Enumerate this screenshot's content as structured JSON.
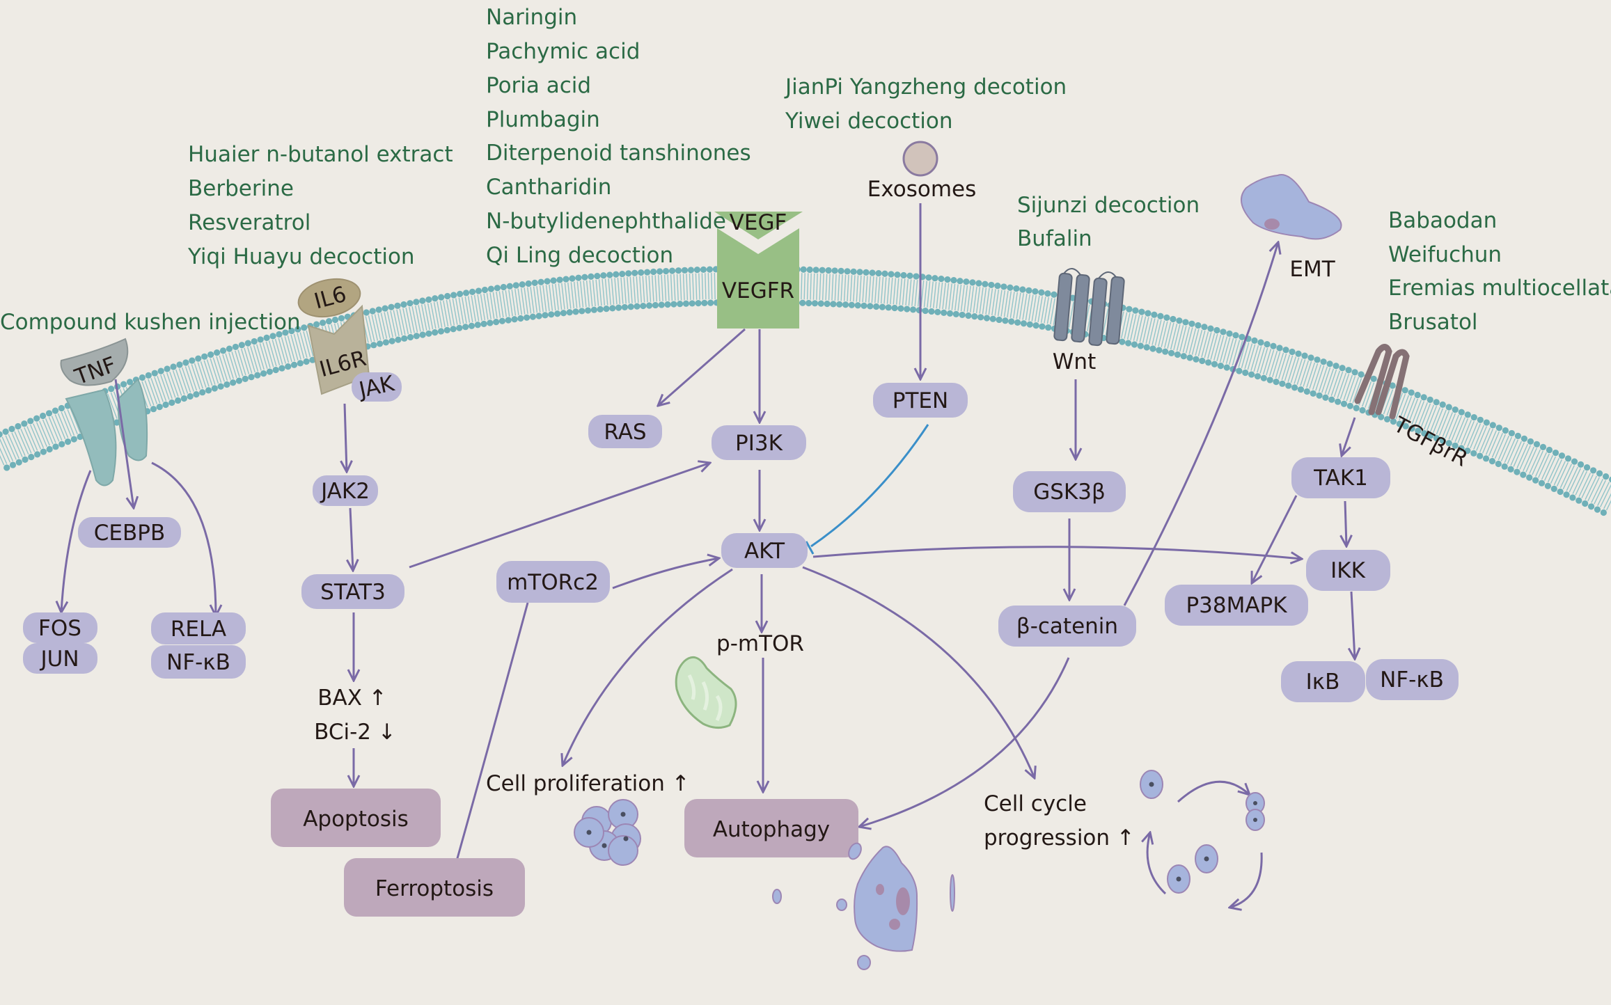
{
  "colors": {
    "background": "#eeebe5",
    "drug_text": "#2b6a45",
    "node_fill": "#b9b6d6",
    "process_fill": "#bea8bb",
    "arrow": "#7a6aa6",
    "inhibition": "#3a8fc9",
    "membrane": "#6fb0b8",
    "vegfr": "#98bf85"
  },
  "drug_groups": {
    "compound_kushen": [
      "Compound kushen injection"
    ],
    "il6_group": [
      "Huaier  n-butanol  extract",
      "Berberine",
      "Resveratrol",
      "Yiqi Huayu decoction"
    ],
    "vegf_group": [
      "Naringin",
      "Pachymic acid",
      "Poria acid",
      "Plumbagin",
      "Diterpenoid tanshinones",
      "Cantharidin",
      "N-butylidenephthalide",
      "Qi Ling decoction"
    ],
    "exosome_group": [
      "JianPi Yangzheng decotion",
      "Yiwei decoction"
    ],
    "wnt_group": [
      "Sijunzi decoction",
      "Bufalin"
    ],
    "tgf_group": [
      "Babaodan",
      "Weifuchun",
      "Eremias multiocellata",
      "Brusatol"
    ]
  },
  "receptors": {
    "tnf": "TNF",
    "il6": "IL6",
    "il6r": "IL6R",
    "jak": "JAK",
    "vegf": "VEGF",
    "vegfr": "VEGFR",
    "exosomes": "Exosomes",
    "wnt": "Wnt",
    "tgfbr": "TGFβrR"
  },
  "nodes": {
    "cebpb": "CEBPB",
    "fos": "FOS",
    "jun": "JUN",
    "rela": "RELA",
    "nfkb_left": "NF-κB",
    "jak2": "JAK2",
    "stat3": "STAT3",
    "ras": "RAS",
    "pi3k": "PI3K",
    "akt": "AKT",
    "mtorc2": "mTORc2",
    "pten": "PTEN",
    "gsk3b": "GSK3β",
    "bcatenin": "β-catenin",
    "tak1": "TAK1",
    "ikk": "IKK",
    "p38mapk": "P38MAPK",
    "ikb": "IκB",
    "nfkb_right": "NF-κB"
  },
  "labels": {
    "bax": "BAX ↑",
    "bcl2": "BCi-2 ↓",
    "pmtor": "p-mTOR",
    "cell_proliferation": "Cell proliferation ↑",
    "cell_cycle_1": "Cell cycle",
    "cell_cycle_2": "progression ↑",
    "emt": "EMT"
  },
  "outcomes": {
    "apoptosis": "Apoptosis",
    "ferroptosis": "Ferroptosis",
    "autophagy": "Autophagy"
  }
}
